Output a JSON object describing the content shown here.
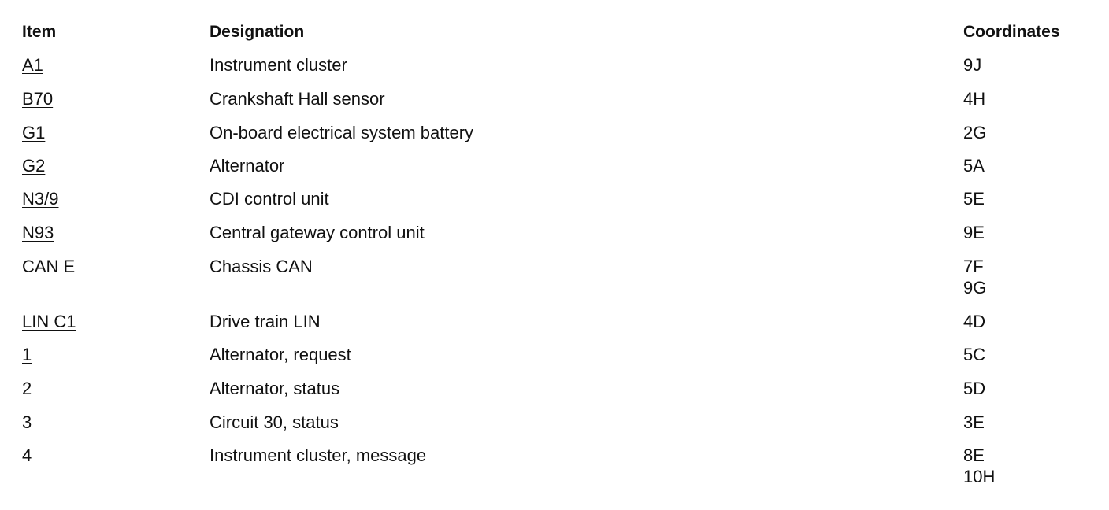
{
  "headers": {
    "item": "Item",
    "designation": "Designation",
    "coordinates": "Coordinates"
  },
  "rows": [
    {
      "item": "A1",
      "designation": "Instrument cluster",
      "coordinates": [
        "9J"
      ]
    },
    {
      "item": "B70",
      "designation": "Crankshaft Hall sensor",
      "coordinates": [
        "4H"
      ]
    },
    {
      "item": "G1",
      "designation": "On-board electrical system battery",
      "coordinates": [
        "2G"
      ]
    },
    {
      "item": "G2",
      "designation": "Alternator",
      "coordinates": [
        "5A"
      ]
    },
    {
      "item": "N3/9",
      "designation": "CDI control unit",
      "coordinates": [
        "5E"
      ]
    },
    {
      "item": "N93",
      "designation": "Central gateway control unit",
      "coordinates": [
        "9E"
      ]
    },
    {
      "item": "CAN E",
      "designation": "Chassis CAN",
      "coordinates": [
        "7F",
        "9G"
      ]
    },
    {
      "item": "LIN C1",
      "designation": "Drive train LIN",
      "coordinates": [
        "4D"
      ]
    },
    {
      "item": "1",
      "designation": "Alternator, request",
      "coordinates": [
        "5C"
      ]
    },
    {
      "item": "2",
      "designation": "Alternator, status",
      "coordinates": [
        "5D"
      ]
    },
    {
      "item": "3",
      "designation": "Circuit 30, status",
      "coordinates": [
        "3E"
      ]
    },
    {
      "item": "4",
      "designation": "Instrument cluster, message",
      "coordinates": [
        "8E",
        "10H"
      ]
    }
  ]
}
